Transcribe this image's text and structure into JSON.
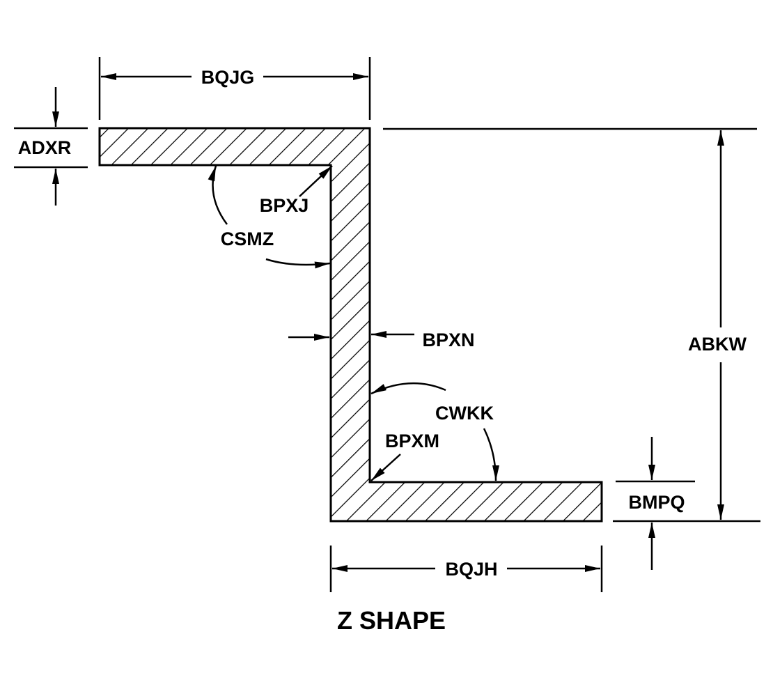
{
  "title": "Z SHAPE",
  "labels": {
    "BQJG": "BQJG",
    "ADXR": "ADXR",
    "BPXJ": "BPXJ",
    "CSMZ": "CSMZ",
    "BPXN": "BPXN",
    "ABKW": "ABKW",
    "CWKK": "CWKK",
    "BPXM": "BPXM",
    "BMPQ": "BMPQ",
    "BQJH": "BQJH"
  }
}
